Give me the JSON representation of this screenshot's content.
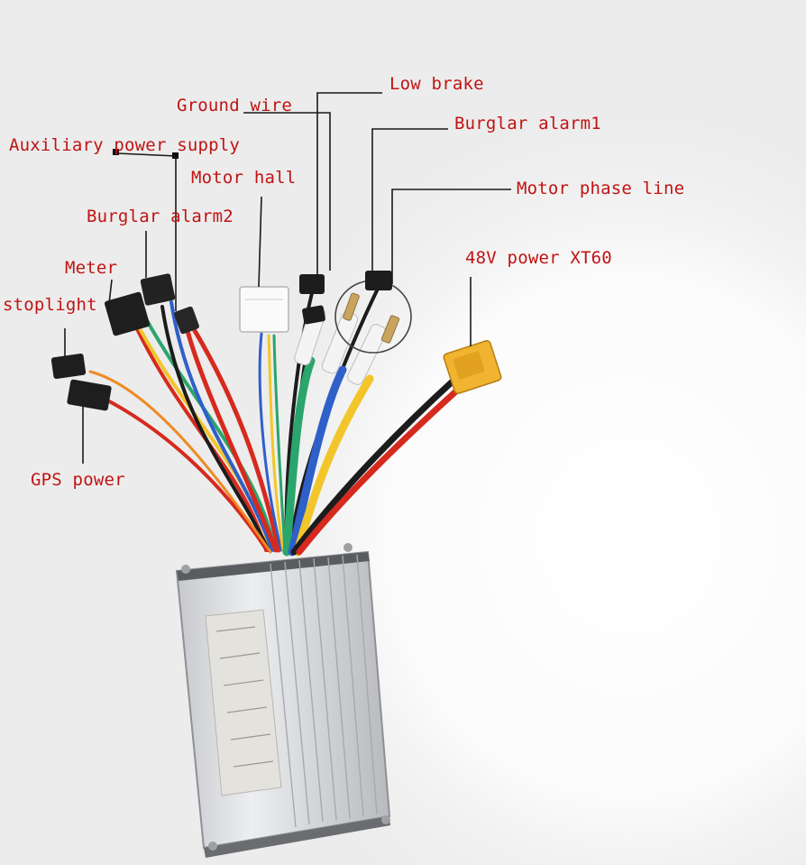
{
  "labels": {
    "low_brake": "Low brake",
    "ground_wire": "Ground wire",
    "burglar_alarm1": "Burglar alarm1",
    "auxiliary_power_supply": "Auxiliary power supply",
    "motor_hall": "Motor hall",
    "motor_phase_line": "Motor phase line",
    "burglar_alarm2": "Burglar alarm2",
    "power_xt60": "48V power XT60",
    "meter": "Meter",
    "stoplight": "stoplight",
    "gps_power": "GPS power"
  },
  "colors": {
    "label_text": "#c11313",
    "leader_line": "#1a1a1a",
    "background_light": "#ececec",
    "controller_body": "#d9dadd",
    "xt60_connector": "#f0b431",
    "wire_red": "#d62a1e",
    "wire_black": "#1c1c1c",
    "wire_yellow": "#f2c62a",
    "wire_green": "#2aa56b",
    "wire_blue": "#2f5fc9",
    "wire_orange": "#ef8a25"
  }
}
